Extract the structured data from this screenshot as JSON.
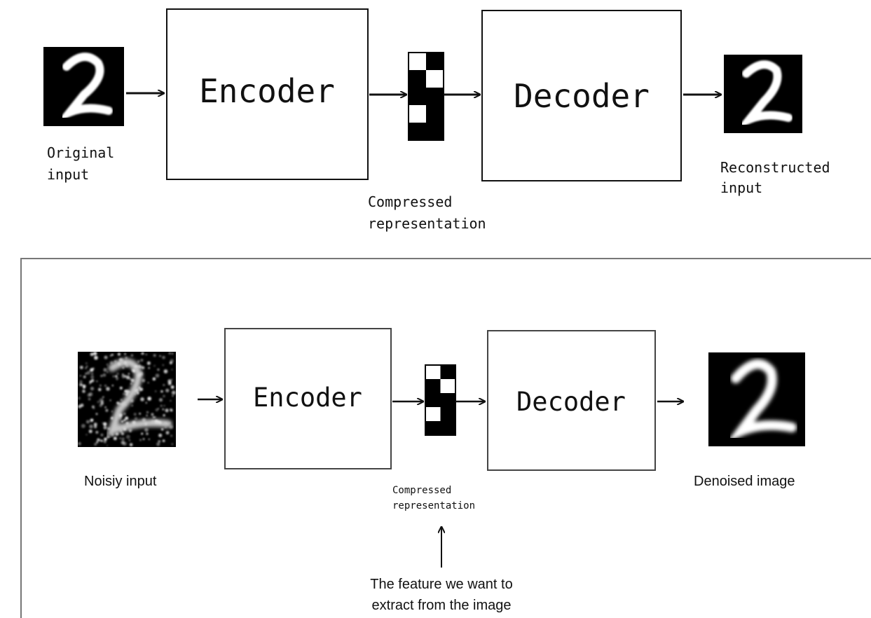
{
  "top_diagram": {
    "encoder_label": "Encoder",
    "decoder_label": "Decoder",
    "input_label": [
      "Original",
      "input"
    ],
    "code_label": [
      "Compressed",
      "representation"
    ],
    "output_label": [
      "Reconstructed",
      "input"
    ]
  },
  "bottom_diagram": {
    "encoder_label": "Encoder",
    "decoder_label": "Decoder",
    "input_label": "Noisiy input",
    "code_label": [
      "Compressed",
      "representation"
    ],
    "output_label": "Denoised image",
    "annotation": [
      "The feature we want to",
      "extract from the image"
    ]
  },
  "code_pattern": [
    [
      1,
      0
    ],
    [
      0,
      1
    ],
    [
      0,
      0
    ],
    [
      1,
      0
    ],
    [
      0,
      0
    ]
  ],
  "colors": {
    "border": "#777777",
    "ink": "#111111"
  }
}
